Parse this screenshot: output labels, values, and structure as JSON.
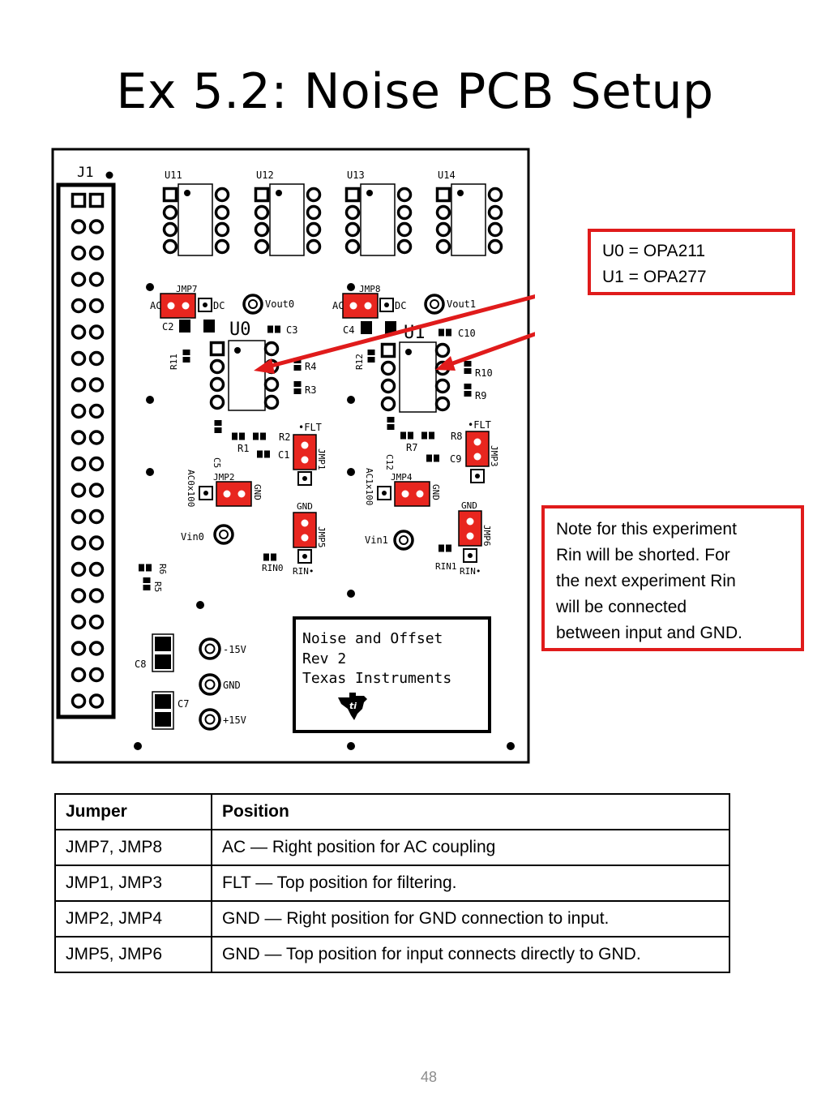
{
  "title": "Ex 5.2: Noise PCB Setup",
  "board": {
    "connector": "J1",
    "opamps_top": [
      "U11",
      "U12",
      "U13",
      "U14"
    ],
    "u0": "U0",
    "u1": "U1",
    "jumpers": {
      "jmp7": "JMP7",
      "jmp8": "JMP8",
      "jmp1": "JMP1",
      "jmp3": "JMP3",
      "jmp2": "JMP2",
      "jmp4": "JMP4",
      "jmp5": "JMP5",
      "jmp6": "JMP6"
    },
    "labels": {
      "ac": "AC",
      "dc": "DC",
      "vout0": "Vout0",
      "vout1": "Vout1",
      "c2": "C2",
      "c3": "C3",
      "c4": "C4",
      "c10": "C10",
      "r11": "R11",
      "r12": "R12",
      "r4": "R4",
      "r3": "R3",
      "r10": "R10",
      "r9": "R9",
      "flt": "•FLT",
      "c5": "C5",
      "r1": "R1",
      "r2": "R2",
      "c1": "C1",
      "c12": "C12",
      "r7": "R7",
      "r8": "R8",
      "c9": "C9",
      "ac0x100": "AC0x100",
      "ac1x100": "AC1x100",
      "gnd": "GND",
      "vin0": "Vin0",
      "vin1": "Vin1",
      "rin0": "RIN0",
      "rin1": "RIN1",
      "rin": "RIN•",
      "r6": "R6",
      "r5": "R5",
      "c8": "C8",
      "c7": "C7",
      "m15v": "-15V",
      "p15v": "+15V"
    },
    "silkscreen": [
      "Noise and Offset",
      "Rev 2",
      "Texas Instruments"
    ],
    "accent": "#e01b1b",
    "jumper_fill": "#e8261f"
  },
  "callout_opamps": [
    "U0 = OPA211",
    "U1 = OPA277"
  ],
  "callout_note": [
    "Note for this experiment",
    "Rin will be shorted.  For",
    "the next experiment Rin",
    "will be connected",
    "between input and GND."
  ],
  "table": {
    "headers": [
      "Jumper",
      "Position"
    ],
    "rows": [
      [
        "JMP7, JMP8",
        "AC — Right position for AC coupling"
      ],
      [
        "JMP1, JMP3",
        "FLT — Top position for filtering."
      ],
      [
        "JMP2, JMP4",
        "GND — Right position for GND connection to input."
      ],
      [
        "JMP5, JMP6",
        "GND — Top position for input connects directly to GND."
      ]
    ]
  },
  "page_number": "48"
}
